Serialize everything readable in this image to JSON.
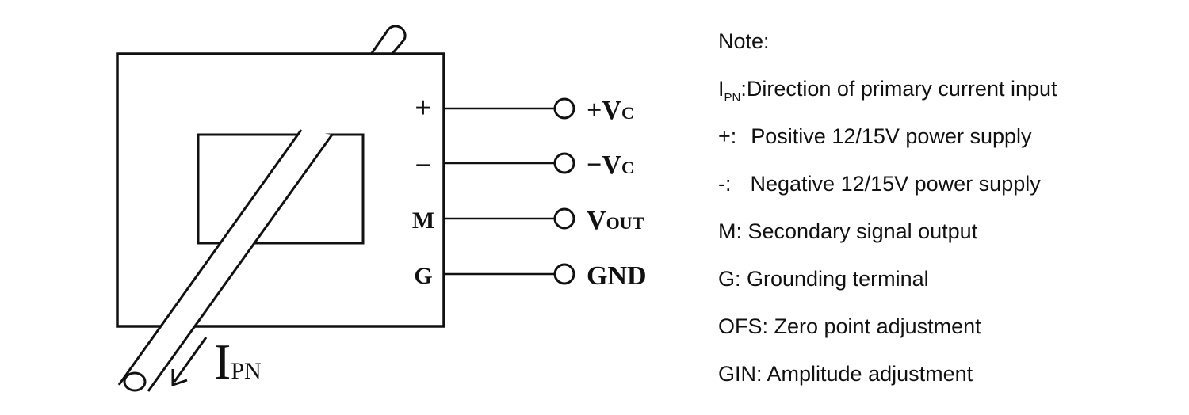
{
  "sensor": {
    "pins": [
      {
        "id": "plus",
        "label": "+",
        "terminal_main": "+V",
        "terminal_sub": "C"
      },
      {
        "id": "minus",
        "label": "–",
        "terminal_main": "−V",
        "terminal_sub": "C"
      },
      {
        "id": "m",
        "label": "M",
        "terminal_main": "V",
        "terminal_sub": "OUT"
      },
      {
        "id": "g",
        "label": "G",
        "terminal_main": "GND",
        "terminal_sub": ""
      }
    ],
    "current_label_main": "I",
    "current_label_sub": "PN"
  },
  "notes": {
    "heading": "Note:",
    "ipn_symbol_main": "I",
    "ipn_symbol_sub": "PN",
    "ipn_text": ":Direction of primary current input",
    "plus_key": "+:",
    "plus_text": "Positive 12/15V power supply",
    "minus_key": "-:",
    "minus_text": "Negative 12/15V power supply",
    "m_text": "M: Secondary signal output",
    "g_text": "G: Grounding terminal",
    "ofs_text": "OFS: Zero point adjustment",
    "gin_text": "GIN: Amplitude adjustment"
  },
  "colors": {
    "ink": "#111111",
    "background": "#ffffff"
  }
}
